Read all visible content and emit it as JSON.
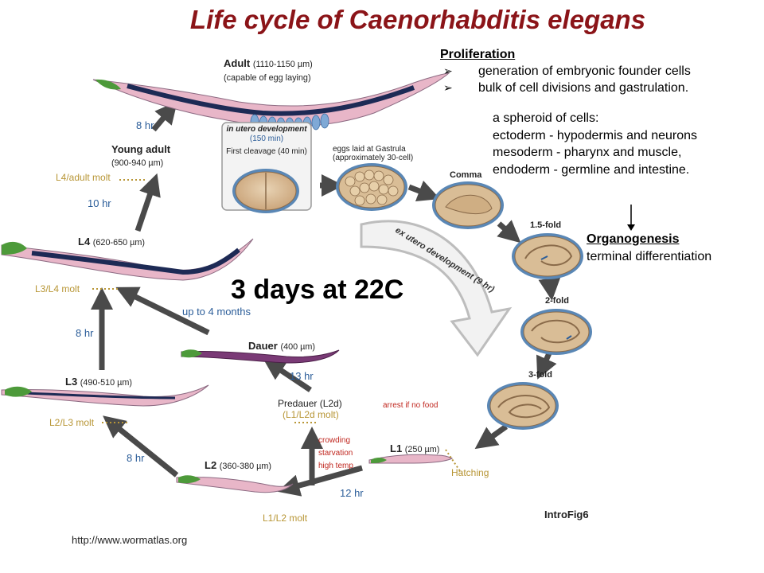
{
  "title": "Life cycle of Caenorhabditis elegans",
  "proliferation": {
    "heading": "Proliferation",
    "bullets": [
      "generation of embryonic founder cells",
      "bulk of cell divisions and gastrulation."
    ],
    "spheroid_lines": [
      "a spheroid of cells:",
      "ectoderm - hypodermis and neurons",
      "mesoderm - pharynx and muscle,",
      "endoderm -  germline and intestine."
    ]
  },
  "organogenesis": {
    "heading": "Organogenesis",
    "text": "terminal differentiation"
  },
  "center_label": "3 days at 22C",
  "ex_utero_label": "ex utero development (9 hr)",
  "source_url": "http://www.wormatlas.org",
  "figure_id": "IntroFig6",
  "stages": {
    "adult": {
      "name": "Adult",
      "size": "(1110-1150 µm)",
      "note": "(capable of egg laying)"
    },
    "young_adult": {
      "name": "Young adult",
      "size": "(900-940 µm)"
    },
    "l4": {
      "name": "L4",
      "size": "(620-650 µm)"
    },
    "l3": {
      "name": "L3",
      "size": "(490-510 µm)"
    },
    "l2": {
      "name": "L2",
      "size": "(360-380 µm)"
    },
    "l1": {
      "name": "L1",
      "size": "(250 µm)"
    },
    "dauer": {
      "name": "Dauer",
      "size": "(400 µm)"
    },
    "predauer": {
      "name": "Predauer (L2d)",
      "molt": "(L1/L2d molt)"
    }
  },
  "molts": {
    "l4_adult": "L4/adult molt",
    "l3_l4": "L3/L4 molt",
    "l2_l3": "L2/L3 molt",
    "l1_l2": "L1/L2 molt",
    "hatching": "Hatching"
  },
  "durations": {
    "young_to_adult": "8 hr",
    "l4_to_young": "10 hr",
    "l3_to_l4": "8 hr",
    "l2_to_l3": "8 hr",
    "l1_to_l2": "12 hr",
    "predauer_to_dauer": "13 hr",
    "dauer_to_l4": "up to 4 months"
  },
  "conditions": [
    "crowding",
    "starvation",
    "high temp"
  ],
  "arrest": "arrest if no food",
  "embryo": {
    "in_utero_title": "in utero development",
    "in_utero_time": "(150 min)",
    "first_cleavage": "First cleavage (40  min)",
    "eggs_laid": "eggs laid at Gastrula",
    "eggs_note": "(approximately 30-cell)",
    "comma": "Comma",
    "fold_1_5": "1.5-fold",
    "fold_2": "2-fold",
    "fold_3": "3-fold"
  },
  "colors": {
    "title": "#8b1418",
    "duration": "#2b5d99",
    "molt": "#b89636",
    "alert": "#c0271f",
    "arrow": "#4a4a4a",
    "worm_body": "#e8b6c8",
    "worm_gut": "#1d2a55",
    "worm_head": "#4d9a3a",
    "embryo_fill": "#d9bd96",
    "embryo_ring": "#5a87b5"
  }
}
